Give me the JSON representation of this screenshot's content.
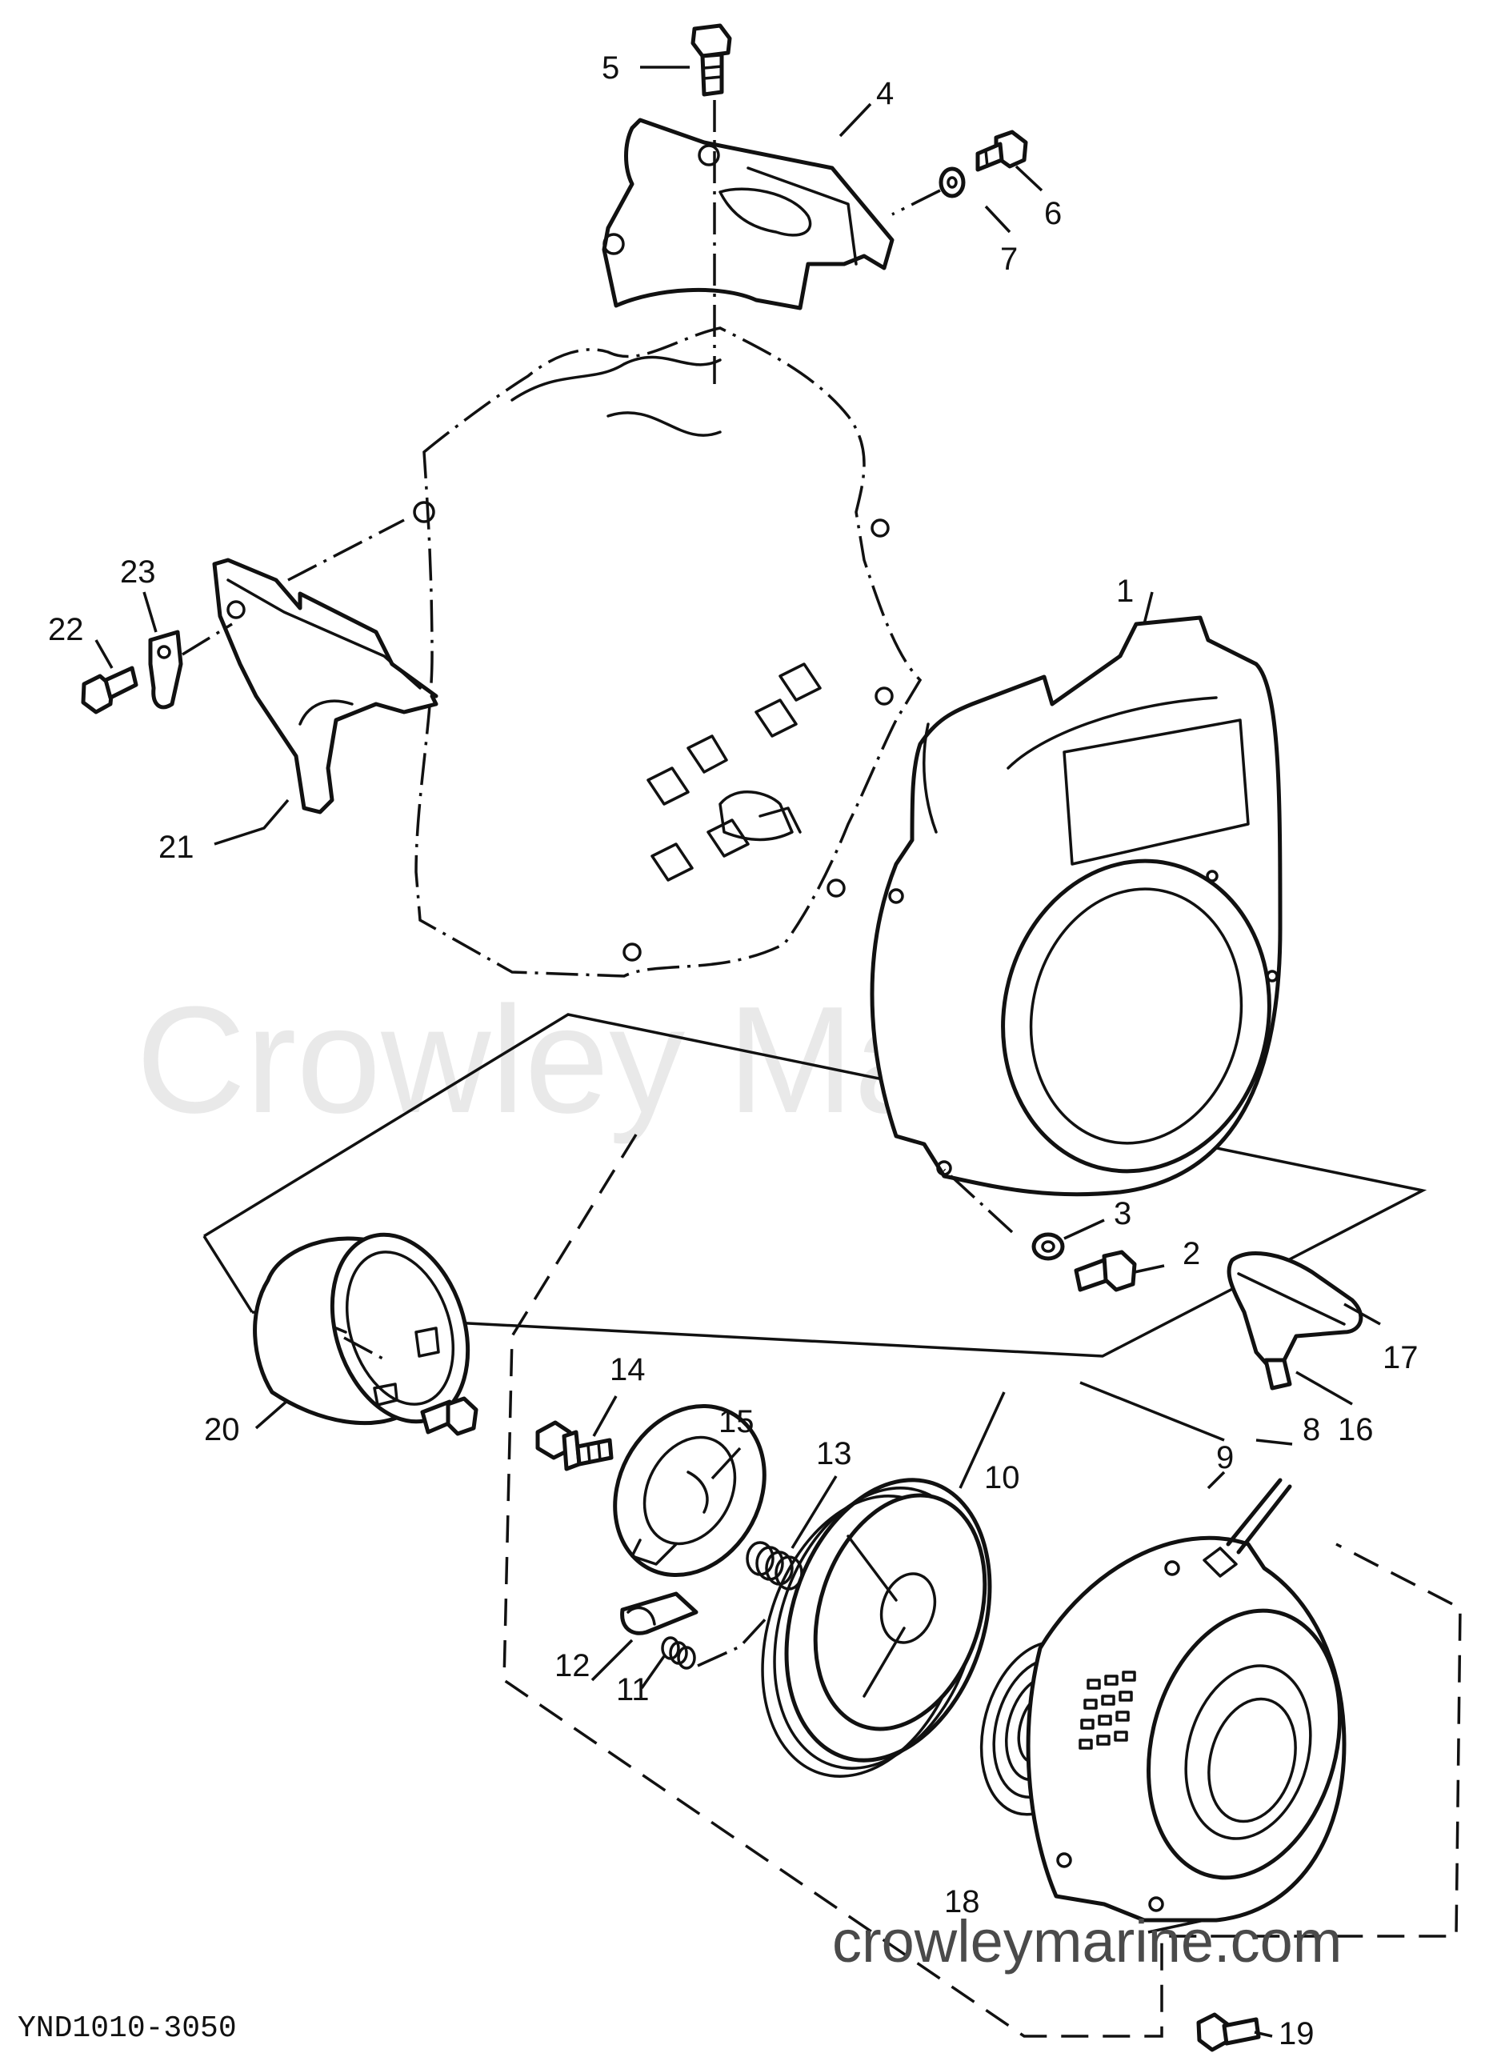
{
  "watermark": {
    "text": "Crowley Marine",
    "url": "crowleymarine.com"
  },
  "diagram_code": "YND1010-3050",
  "callouts": [
    "1",
    "2",
    "3",
    "4",
    "5",
    "6",
    "7",
    "8",
    "9",
    "10",
    "11",
    "12",
    "13",
    "14",
    "15",
    "16",
    "17",
    "18",
    "19",
    "20",
    "21",
    "22",
    "23"
  ],
  "colors": {
    "ink": "#111111",
    "background": "#ffffff",
    "watermark": "#e9e9e9",
    "watermark_url": "#4a4a4a"
  }
}
